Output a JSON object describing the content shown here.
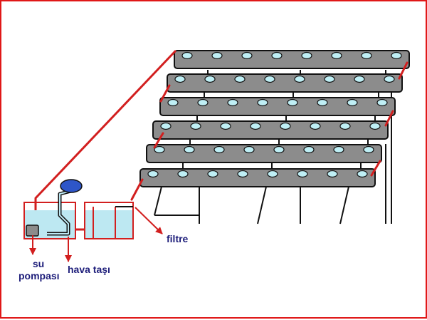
{
  "labels": {
    "filter": "filtre",
    "pump_line1": "su",
    "pump_line2": "pompası",
    "air_stone": "hava taşı"
  },
  "colors": {
    "frame": "#e01818",
    "pipe": "#d21f1f",
    "channel": "#8c8c8c",
    "hole": "#bfeff5",
    "water": "#bde8f2",
    "stand": "#111111",
    "air_pump": "#2e56c8",
    "label_text": "#1d1d7a"
  },
  "tiers": [
    {
      "holes": 8
    },
    {
      "holes": 8
    },
    {
      "holes": 8
    },
    {
      "holes": 8
    },
    {
      "holes": 8
    },
    {
      "holes": 8
    }
  ]
}
